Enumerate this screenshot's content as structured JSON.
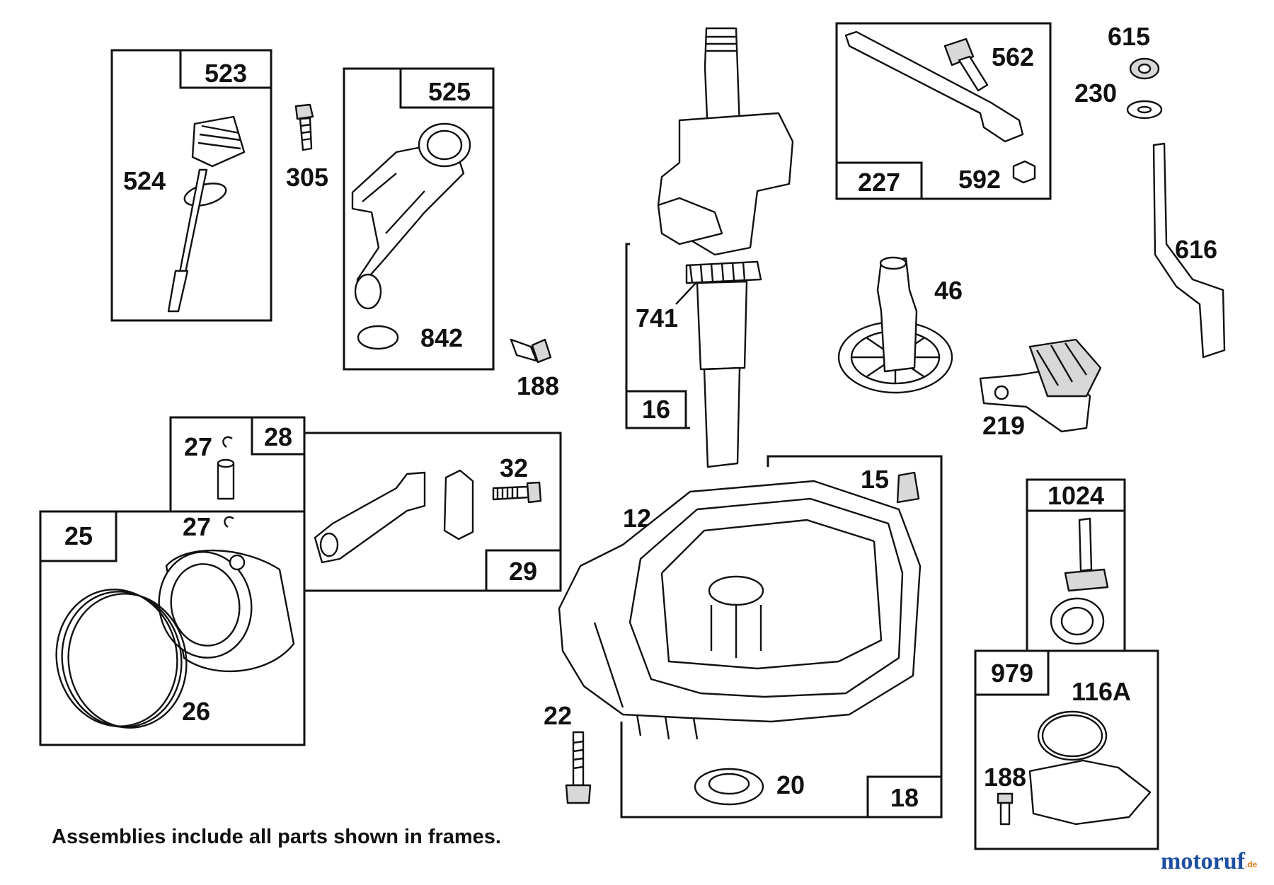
{
  "assemblies": {
    "dipstick": {
      "frame": "523",
      "parts": [
        "524"
      ]
    },
    "oil_fill_tube": {
      "frame": "525",
      "parts": [
        "842"
      ]
    },
    "piston": {
      "frame": "28",
      "clip_top": "27",
      "clip_bottom": "27"
    },
    "piston_rings": {
      "frame": "25",
      "rings": "26"
    },
    "connecting_rod": {
      "frame": "29",
      "bolt": "32"
    },
    "crankshaft": {
      "frame": "16",
      "gear": "741"
    },
    "governor_link": {
      "frame": "227",
      "screw": "562",
      "nut": "592"
    },
    "sump": {
      "frame": "18",
      "plug": "15",
      "body": "12",
      "seal": "20"
    },
    "oil_pump": {
      "frame": "1024"
    },
    "oil_pump_cover": {
      "frame": "979",
      "gasket": "116A",
      "screw": "188"
    }
  },
  "loose_parts": {
    "screw_305": "305",
    "screw_188": "188",
    "washer_615": "615",
    "washer_230": "230",
    "governor_shaft_616": "616",
    "camshaft_46": "46",
    "governor_219": "219",
    "bolt_22": "22"
  },
  "note": "Assemblies include all parts shown in frames.",
  "watermark": {
    "text": "motoruf",
    "suffix": ".de"
  },
  "colors": {
    "ink": "#111111",
    "background": "#ffffff",
    "watermark_blue": "#1f4fa0",
    "watermark_orange": "#e07a10"
  },
  "icons": [
    "dipstick-icon",
    "fill-tube-icon",
    "screw-icon",
    "crankshaft-icon",
    "camshaft-gear-icon",
    "governor-icon",
    "piston-icon",
    "ring-icon",
    "connecting-rod-icon",
    "sump-icon",
    "oil-pump-icon",
    "gasket-icon",
    "seal-icon",
    "washer-icon",
    "nut-icon"
  ]
}
